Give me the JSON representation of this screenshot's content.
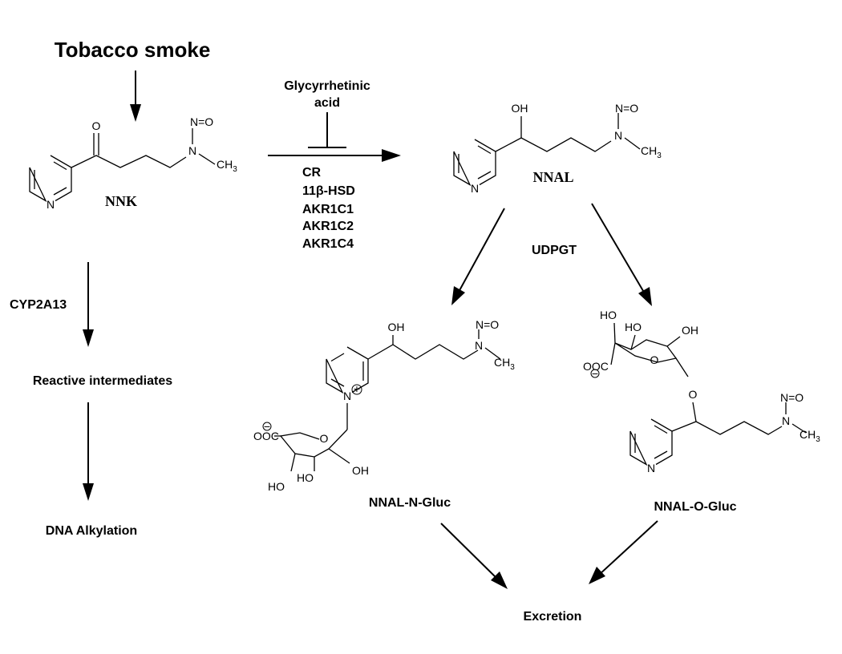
{
  "title": "Tobacco smoke",
  "compounds": {
    "nnk": "NNK",
    "nnal": "NNAL",
    "nnal_n_gluc": "NNAL-N-Gluc",
    "nnal_o_gluc": "NNAL-O-Gluc"
  },
  "inhibitor": [
    "Glycyrrhetinic",
    "acid"
  ],
  "enzymes_reduction": [
    "CR",
    "11β-HSD",
    "AKR1C1",
    "AKR1C2",
    "AKR1C4"
  ],
  "enzyme_glucuronidation": "UDPGT",
  "enzyme_activation": "CYP2A13",
  "products": {
    "reactive": "Reactive intermediates",
    "dna": "DNA Alkylation",
    "excretion": "Excretion"
  },
  "atoms": {
    "N": "N",
    "O": "O",
    "N_eq_O": "N=O",
    "OH": "OH",
    "HO": "HO",
    "CH": "CH",
    "sub3": "3",
    "OOC": "OOC",
    "plus": "+",
    "minus": "−"
  }
}
